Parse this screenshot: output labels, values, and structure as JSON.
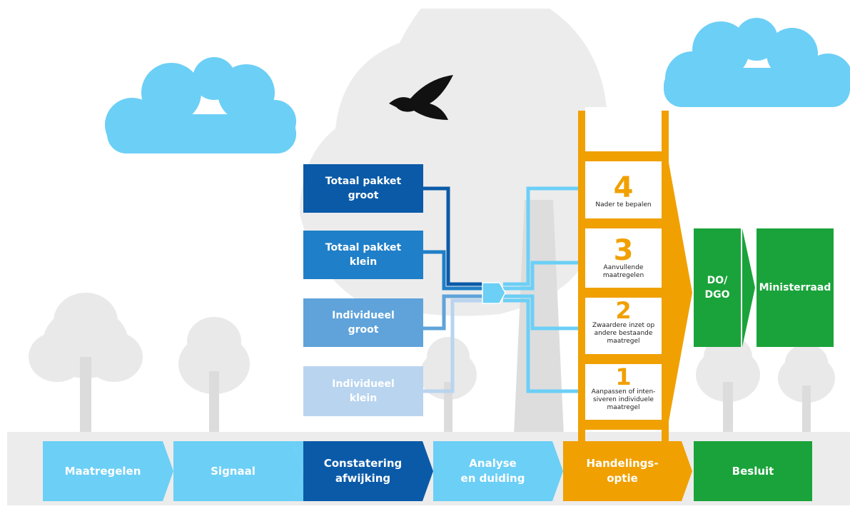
{
  "colors": {
    "sky": "#6ccff6",
    "navy": "#0a5aa8",
    "blue": "#1f7fc8",
    "mid": "#5fa3da",
    "pale": "#b9d4ef",
    "orange": "#f0a000",
    "green": "#1aa33a",
    "grey": "#ececec"
  },
  "packages": [
    {
      "label": "Totaal pakket\ngroot"
    },
    {
      "label": "Totaal pakket\nklein"
    },
    {
      "label": "Individueel\ngroot"
    },
    {
      "label": "Individueel\nklein"
    }
  ],
  "ladder": [
    {
      "num": "4",
      "text": "Nader te bepalen"
    },
    {
      "num": "3",
      "text": "Aanvullende\nmaatregelen"
    },
    {
      "num": "2",
      "text": "Zwaardere inzet op\nandere bestaande\nmaatregel"
    },
    {
      "num": "1",
      "text": "Aanpassen of inten-\nsiveren individuele\nmaatregel"
    }
  ],
  "decision": {
    "do_dgo": "DO/\nDGO",
    "ministerraad": "Ministerraad"
  },
  "process": [
    {
      "label": "Maatregelen"
    },
    {
      "label": "Signaal"
    },
    {
      "label": "Constatering\nafwijking"
    },
    {
      "label": "Analyse\nen duiding"
    },
    {
      "label": "Handelings-\noptie"
    },
    {
      "label": "Besluit"
    }
  ]
}
